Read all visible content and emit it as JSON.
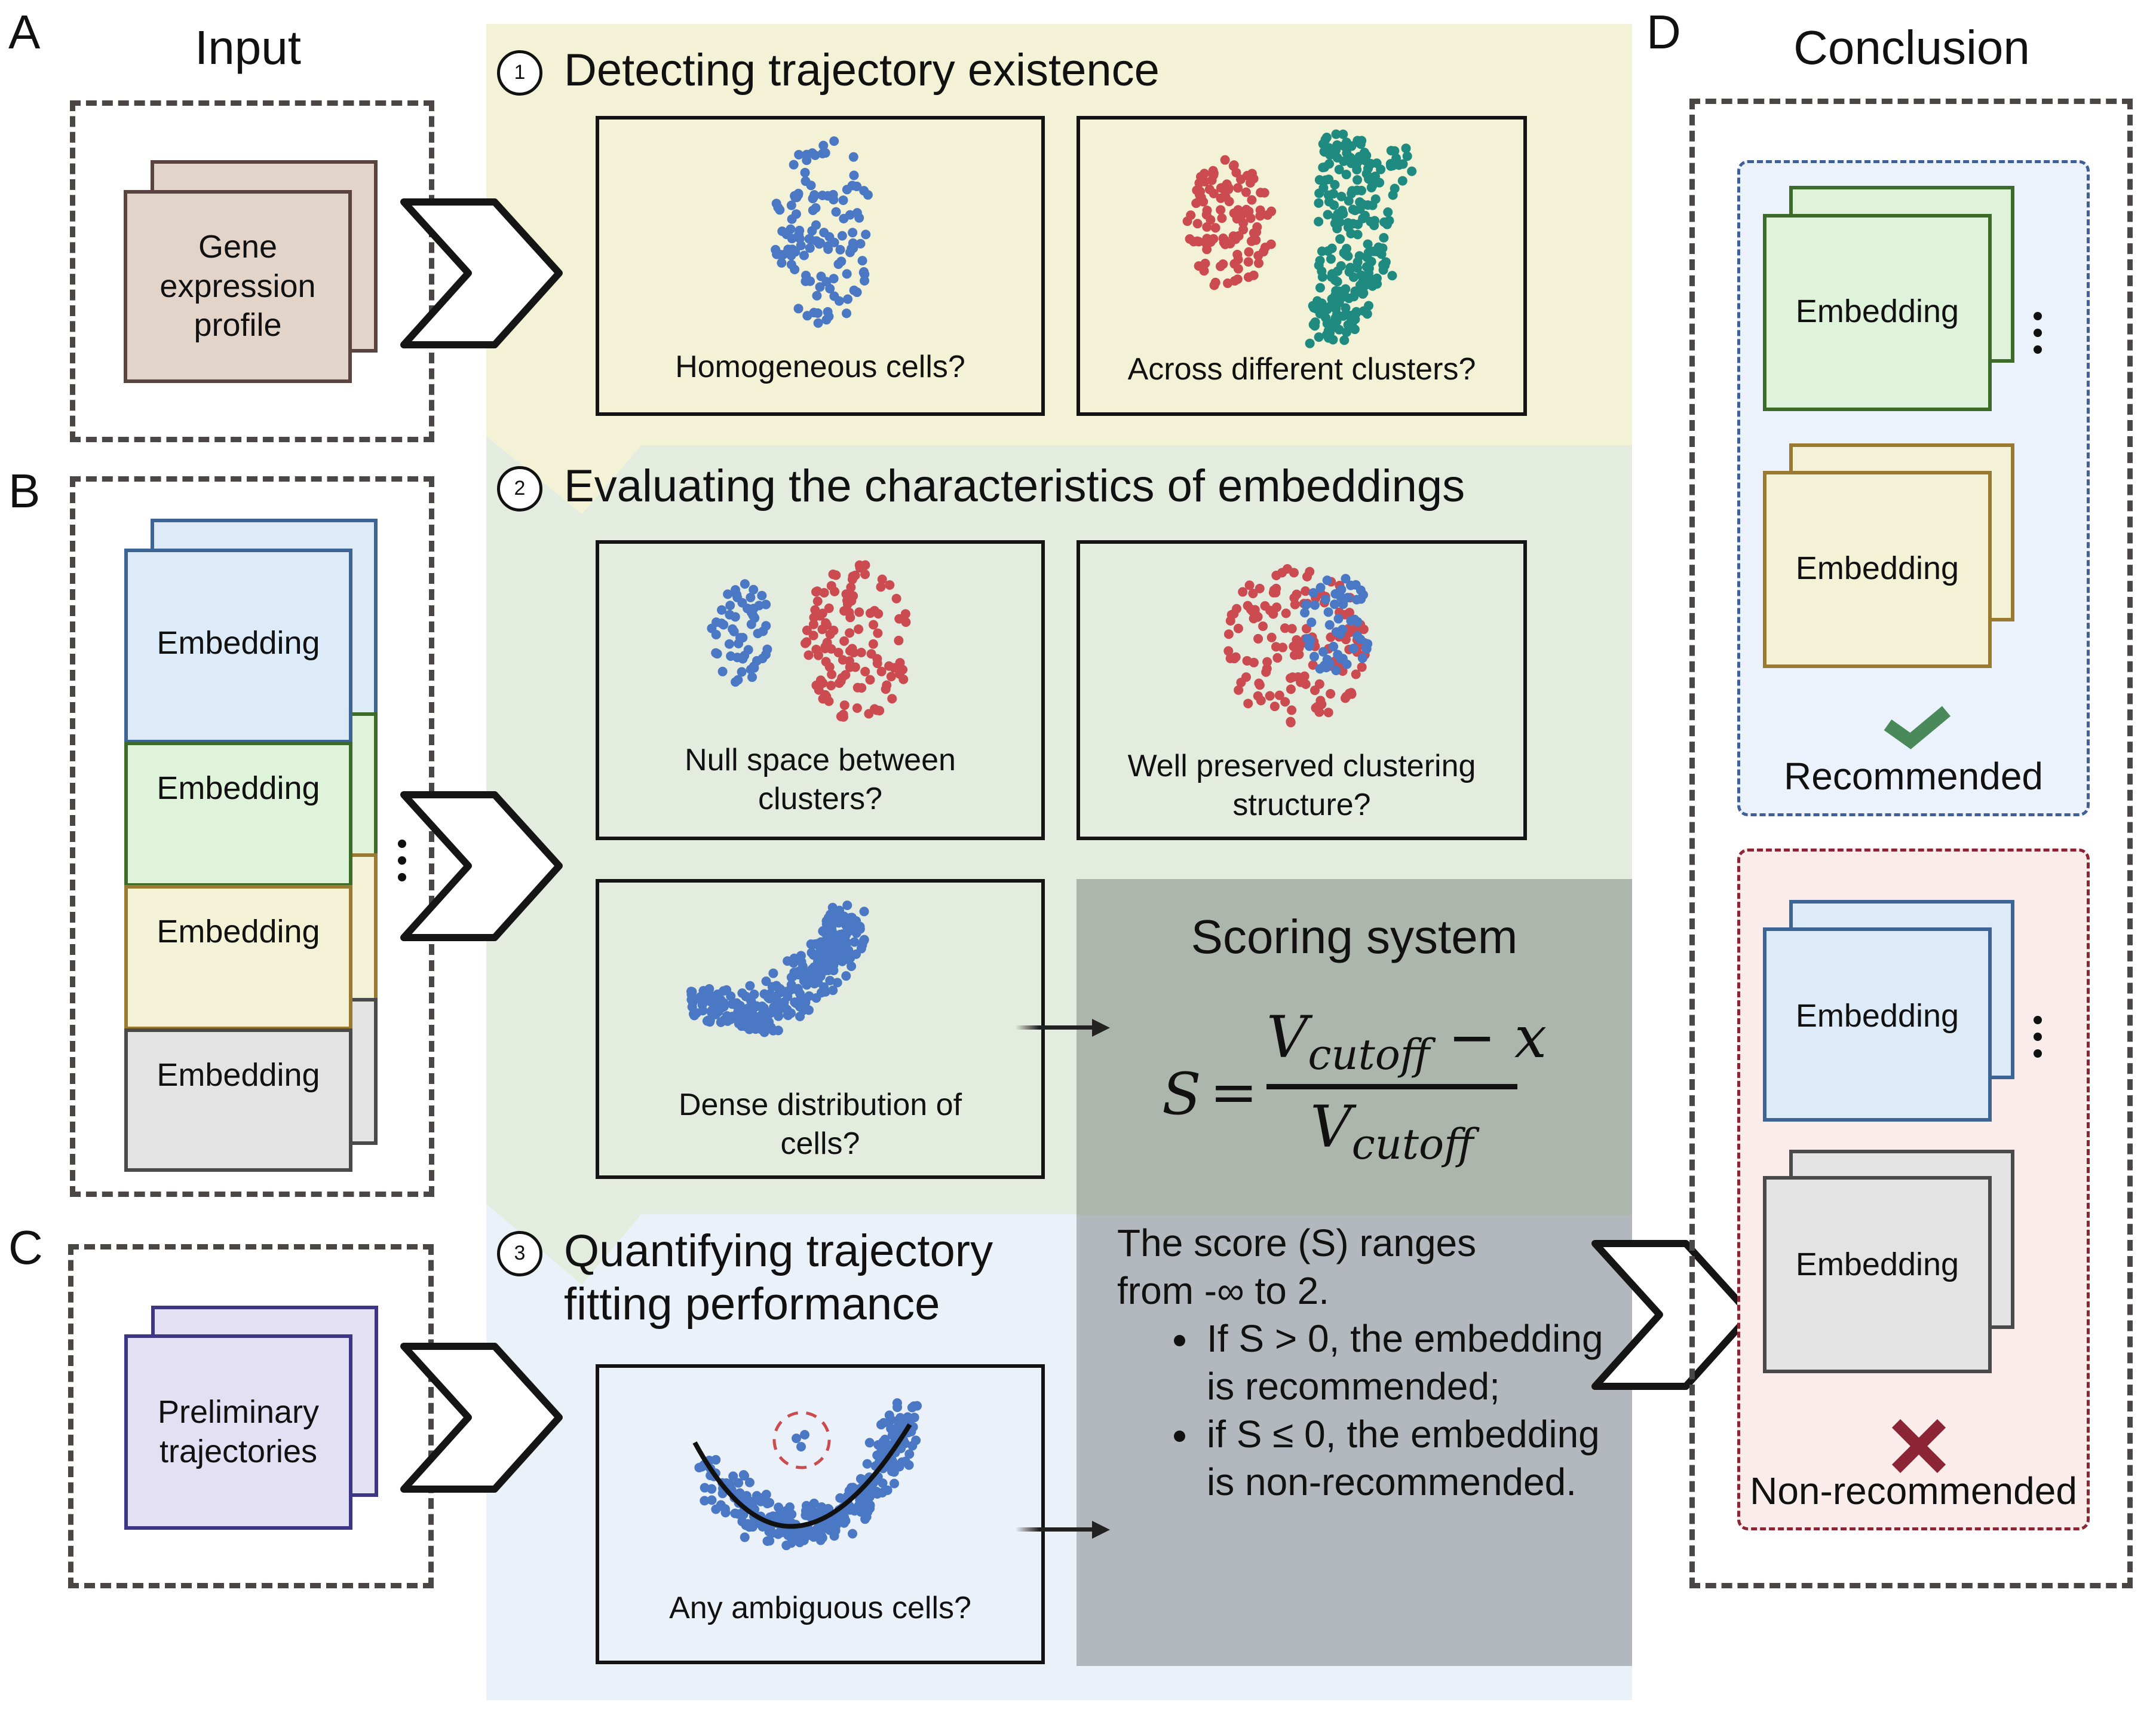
{
  "panels": {
    "A": {
      "letter": "A",
      "column_title": "Input",
      "card_label": "Gene expression profile"
    },
    "B": {
      "letter": "B",
      "cards": [
        "Embedding",
        "Embedding",
        "Embedding",
        "Embedding"
      ],
      "more_icon": "vertical-ellipsis"
    },
    "C": {
      "letter": "C",
      "card_label": "Preliminary trajectories"
    },
    "D": {
      "letter": "D",
      "column_title": "Conclusion"
    }
  },
  "steps": [
    {
      "number": "1",
      "title": "Detecting trajectory existence",
      "questions": [
        {
          "caption": "Homogeneous cells?",
          "illustration": "single-blue-cluster"
        },
        {
          "caption": "Across different clusters?",
          "illustration": "red-and-teal-clusters"
        }
      ]
    },
    {
      "number": "2",
      "title": "Evaluating the characteristics of embeddings",
      "questions": [
        {
          "caption": "Null space between clusters?",
          "illustration": "separated-blue-red-clusters"
        },
        {
          "caption": "Well preserved clustering structure?",
          "illustration": "overlapping-blue-red-clusters"
        },
        {
          "caption": "Dense distribution of cells?",
          "illustration": "dense-blue-distribution"
        }
      ]
    },
    {
      "number": "3",
      "title_line1": "Quantifying trajectory",
      "title_line2": "fitting performance",
      "questions": [
        {
          "caption": "Any ambiguous cells?",
          "illustration": "trajectory-curve-with-outliers"
        }
      ]
    }
  ],
  "scoring": {
    "title": "Scoring system",
    "formula": {
      "lhs": "S",
      "equals": "=",
      "numerator_var": "V",
      "numerator_sub": "cutoff",
      "minus": "−",
      "numerator_rhs": "x",
      "denominator_var": "V",
      "denominator_sub": "cutoff"
    },
    "description_line1": "The score (S) ranges",
    "description_line2": "from -∞ to 2.",
    "rules": [
      "If S > 0, the embedding is recommended;",
      "if S ≤ 0, the embedding is non-recommended."
    ]
  },
  "conclusion": {
    "recommended": {
      "label": "Recommended",
      "cards": [
        "Embedding",
        "Embedding"
      ],
      "icon": "check-icon",
      "color": "#4a8a5a"
    },
    "non_recommended": {
      "label": "Non-recommended",
      "cards": [
        "Embedding",
        "Embedding"
      ],
      "icon": "cross-icon",
      "color": "#8b2435"
    }
  },
  "colors": {
    "step1_bg": "#f3f2d6",
    "step2_bg": "#e4ecdf",
    "step3_bg": "#ebf1f9",
    "scoring_bg": "#adb6ad",
    "scoring_lower_bg": "#b2b8bd",
    "gene_card": "#e2d4c8",
    "embedding_blue": "#ddeaf8",
    "embedding_green": "#dff2da",
    "embedding_yellow": "#f3f2d6",
    "embedding_gray": "#e3e3e3",
    "trajectories_purple": "#e3e0f4",
    "cell_blue": "#4a78c4",
    "cell_red": "#cc4b50",
    "cell_teal": "#1f8a80"
  }
}
